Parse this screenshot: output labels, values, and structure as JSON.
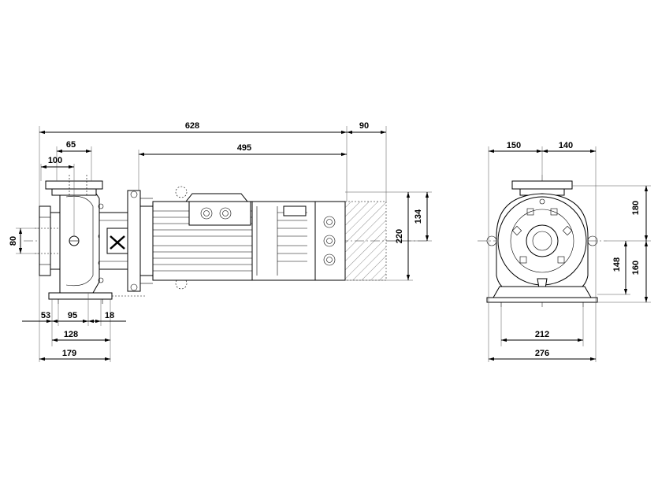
{
  "side_view": {
    "dimensions": {
      "overall_length": "628",
      "motor_overhang": "90",
      "motor_length": "495",
      "suction_offset": "65",
      "flange_offset": "100",
      "port_diameter": "80",
      "box_height": "134",
      "motor_height": "220",
      "foot_a": "53",
      "foot_b": "95",
      "foot_c": "18",
      "foot_span": "128",
      "base_length": "179"
    }
  },
  "end_view": {
    "dimensions": {
      "left_width": "150",
      "right_width": "140",
      "upper_height": "180",
      "shaft_height": "148",
      "lower_height": "160",
      "foot_inner": "212",
      "foot_outer": "276"
    }
  }
}
